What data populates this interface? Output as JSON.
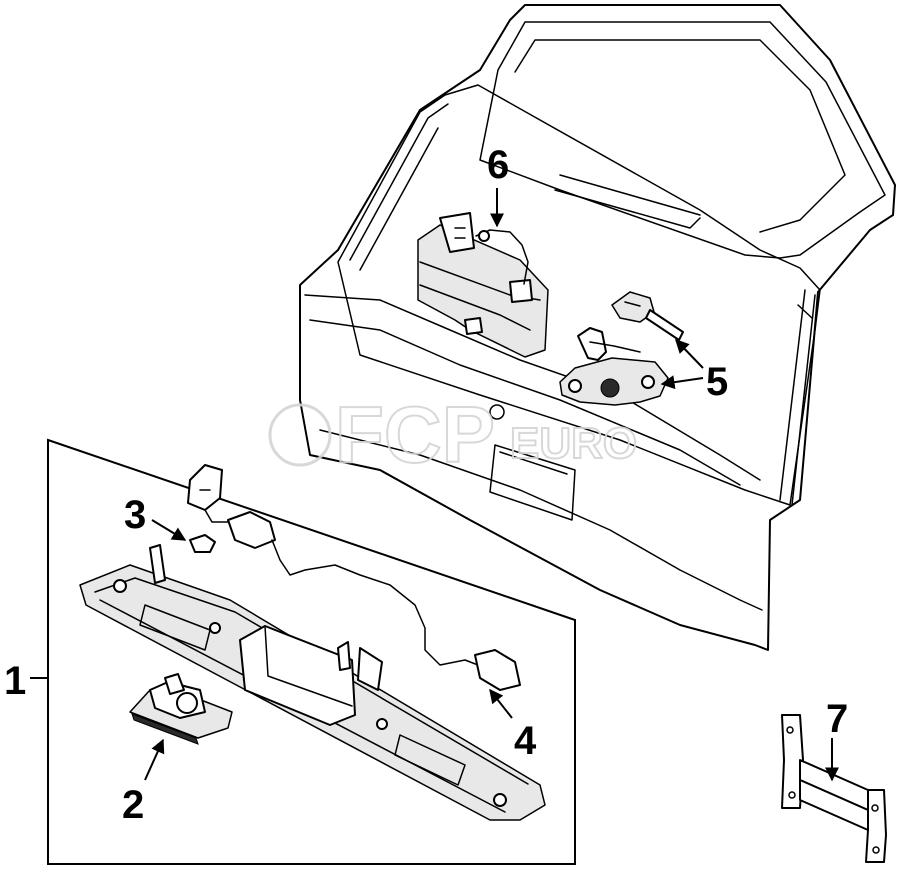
{
  "watermark": {
    "primary": "FCP",
    "secondary": "EURO"
  },
  "callouts": [
    {
      "id": "1",
      "label": "1",
      "part": "handle-assembly-frame"
    },
    {
      "id": "2",
      "label": "2",
      "part": "license-lamp"
    },
    {
      "id": "3",
      "label": "3",
      "part": "connector-clip"
    },
    {
      "id": "4",
      "label": "4",
      "part": "wiring-connector"
    },
    {
      "id": "5",
      "label": "5",
      "part": "key-and-latch-bracket"
    },
    {
      "id": "6",
      "label": "6",
      "part": "tailgate-lock-actuator"
    },
    {
      "id": "7",
      "label": "7",
      "part": "bracket"
    }
  ]
}
